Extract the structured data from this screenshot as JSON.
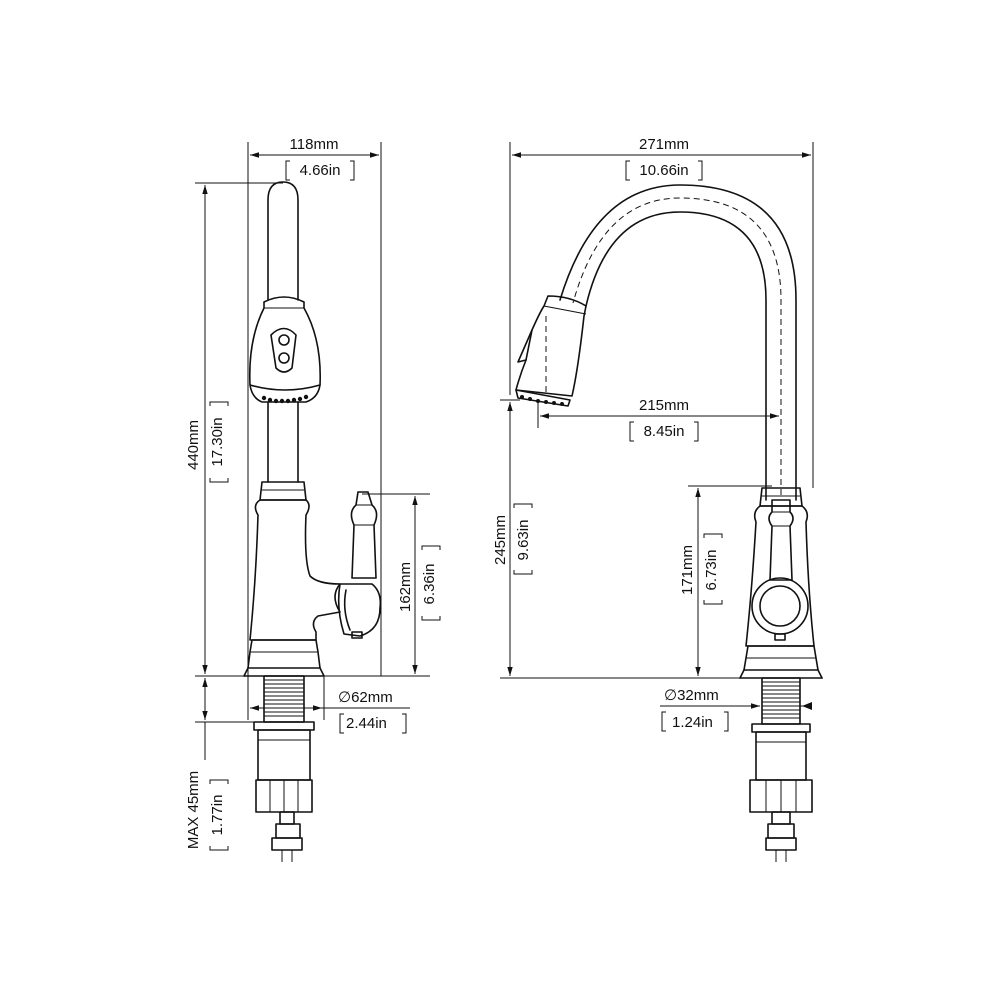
{
  "dimensions": {
    "side_width": {
      "mm": "118mm",
      "in": "4.66in"
    },
    "side_height": {
      "mm": "440mm",
      "in": "17.30in"
    },
    "side_handle_height": {
      "mm": "162mm",
      "in": "6.36in"
    },
    "side_base_dia": {
      "mm": "62mm",
      "in": "2.44in"
    },
    "side_max_thickness": {
      "mm": "MAX 45mm",
      "in": "1.77in"
    },
    "front_width": {
      "mm": "271mm",
      "in": "10.66in"
    },
    "front_reach": {
      "mm": "215mm",
      "in": "8.45in"
    },
    "front_spout_height": {
      "mm": "245mm",
      "in": "9.63in"
    },
    "front_handle_height": {
      "mm": "171mm",
      "in": "6.73in"
    },
    "front_hole_dia": {
      "mm": "32mm",
      "in": "1.24in"
    }
  },
  "diameter_symbol": "∅"
}
